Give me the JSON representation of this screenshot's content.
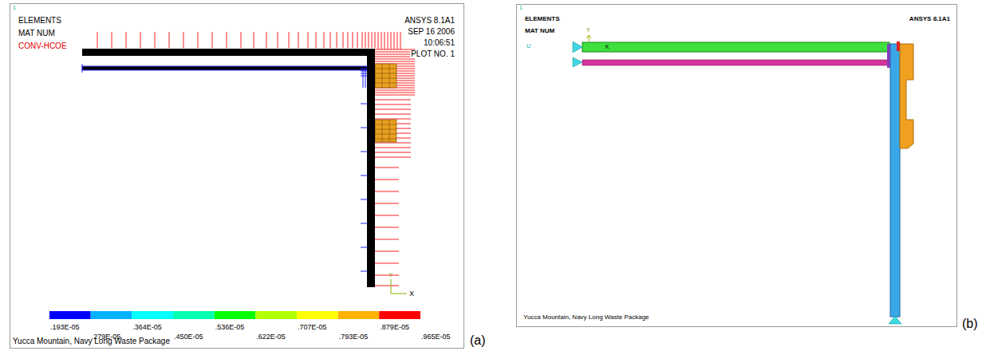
{
  "diagram": {
    "nodes": [
      {
        "text": [
          "1",
          "ELEMENTS",
          "MAT NUM",
          "CONV-HCOE",
          "ANSYS 8.1A1",
          "SEP 16 2006",
          "10:06:51",
          "PLOT NO. 1",
          ".193E-05",
          ".279E-05",
          ".364E-05",
          ".450E-05",
          ".536E-05",
          ".622E-05",
          ".707E-05",
          ".793E-05",
          ".879E-05",
          ".965E-05",
          "Y",
          "X",
          "Yucca Mountain, Navy Long Waste Package",
          "(a)"
        ]
      },
      {
        "text": [
          "1",
          "ELEMENTS",
          "MAT NUM",
          "ANSYS 8.1A1",
          "Y",
          "X",
          "U",
          "Yucca Mountain, Navy Long Waste Package",
          "(b)"
        ]
      }
    ]
  }
}
